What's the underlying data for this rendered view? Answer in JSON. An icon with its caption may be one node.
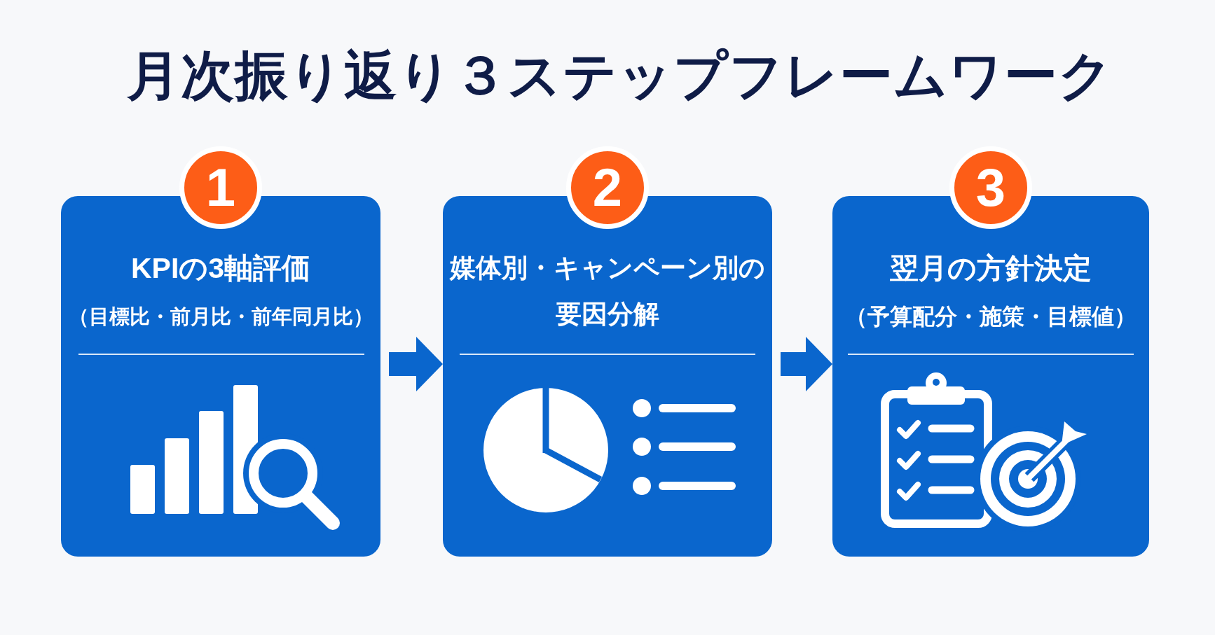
{
  "diagram": {
    "title": "月次振り返り３ステップフレームワーク",
    "nodes": [
      {
        "text": [
          "1"
        ]
      },
      {
        "text": [
          "KPIの3軸評価",
          "（目標比・前月比・前年同月比）"
        ]
      },
      {
        "text": [
          "2"
        ]
      },
      {
        "text": [
          "媒体別・キャンペーン別の要因分解"
        ]
      },
      {
        "text": [
          "3"
        ]
      },
      {
        "text": [
          "翌月の方針決定",
          "（予算配分・施策・目標値）"
        ]
      }
    ],
    "edges": [
      {
        "from": 1,
        "to": 3,
        "arrow": "to"
      },
      {
        "from": 3,
        "to": 5,
        "arrow": "to"
      }
    ]
  }
}
